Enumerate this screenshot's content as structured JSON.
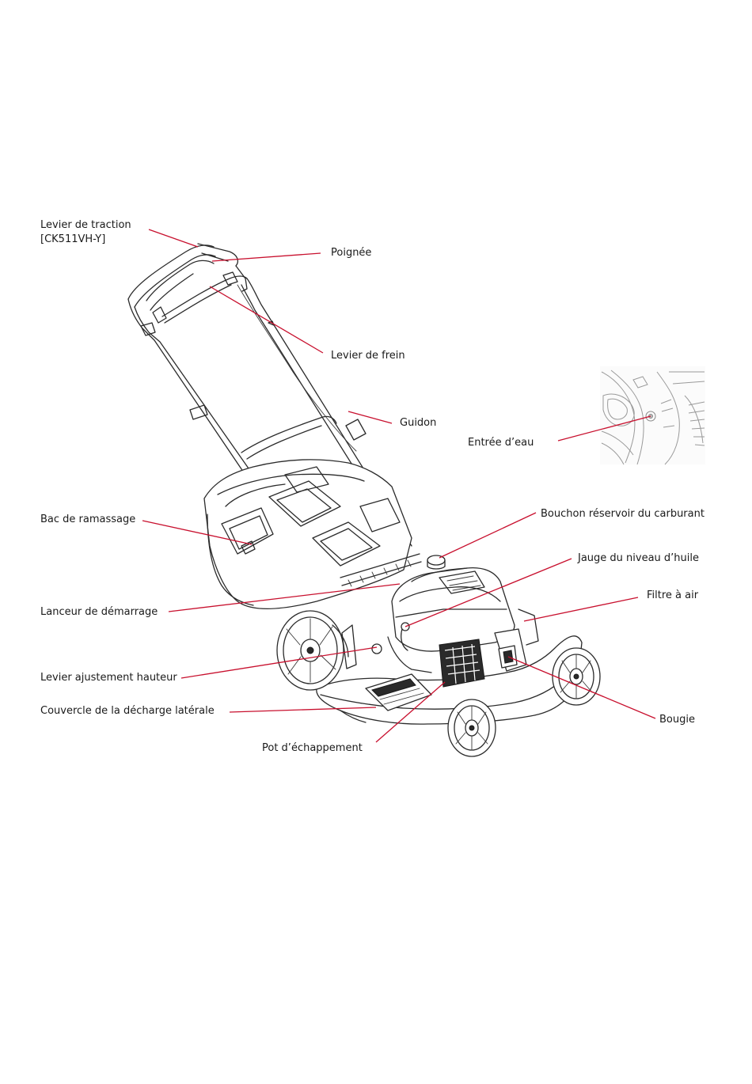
{
  "labels": {
    "traction_lever_line1": "Levier de traction",
    "traction_lever_line2": "[CK511VH-Y]",
    "handle": "Poignée",
    "brake_lever": "Levier de frein",
    "handlebar": "Guidon",
    "water_inlet": "Entrée d’eau",
    "fuel_cap": "Bouchon réservoir du carburant",
    "oil_dipstick": "Jauge du niveau d’huile",
    "air_filter": "Filtre à air",
    "spark_plug": "Bougie",
    "exhaust": "Pot d’échappement",
    "grass_bag": "Bac de ramassage",
    "starter": "Lanceur de démarrage",
    "height_lever": "Levier ajustement hauteur",
    "side_discharge_cover": "Couvercle de la décharge latérale"
  },
  "colors": {
    "leader_line": "#c8102e",
    "ink": "#2b2b2b",
    "background": "#ffffff"
  }
}
